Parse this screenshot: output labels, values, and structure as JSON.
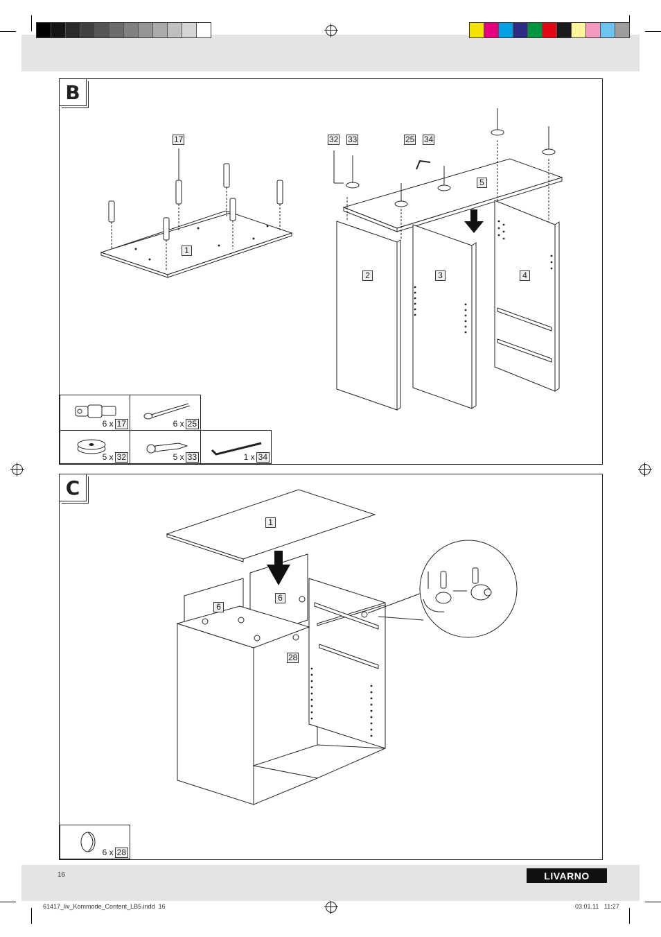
{
  "colors": {
    "grayscale": [
      "#000000",
      "#151515",
      "#2a2a2a",
      "#404040",
      "#555555",
      "#6b6b6b",
      "#808080",
      "#959595",
      "#aaaaaa",
      "#c0c0c0",
      "#d5d5d5",
      "#ffffff"
    ],
    "process": [
      "#f3e500",
      "#e6007e",
      "#00a0e3",
      "#2d2e83",
      "#009640",
      "#e30613",
      "#1a1a1a",
      "#fff59b",
      "#f49ac1",
      "#6cc5f0",
      "#9d9d9c"
    ]
  },
  "step_b": {
    "letter": "B",
    "part_labels": [
      "17",
      "1",
      "32",
      "33",
      "25",
      "34",
      "5",
      "2",
      "3",
      "4"
    ],
    "hardware": [
      {
        "qty": "6 x",
        "part": "17",
        "icon": "cam-bolt-icon"
      },
      {
        "qty": "6 x",
        "part": "25",
        "icon": "long-screw-icon"
      },
      {
        "qty": "5 x",
        "part": "32",
        "icon": "foot-pad-icon"
      },
      {
        "qty": "5 x",
        "part": "33",
        "icon": "short-screw-icon"
      },
      {
        "qty": "1 x",
        "part": "34",
        "icon": "allen-key-icon"
      }
    ]
  },
  "step_c": {
    "letter": "C",
    "part_labels": [
      "1",
      "6",
      "6",
      "28"
    ],
    "hardware": [
      {
        "qty": "6 x",
        "part": "28",
        "icon": "cam-lock-icon"
      }
    ]
  },
  "footer": {
    "page_number": "16",
    "brand": "LIVARNO",
    "file_name": "61417_liv_Kommode_Content_LB5.indd",
    "file_page": "16",
    "date_time": "03.01.11   11:27"
  }
}
